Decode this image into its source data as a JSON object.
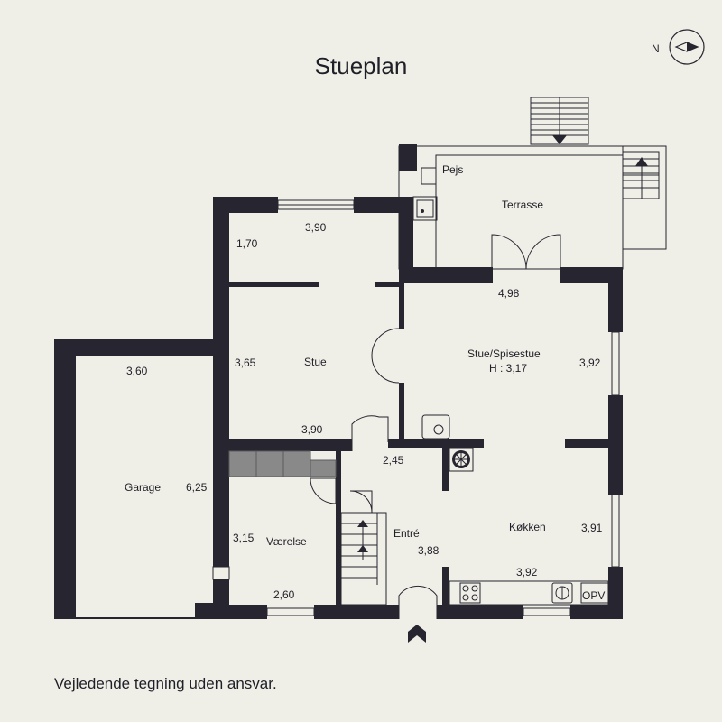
{
  "title": "Stueplan",
  "disclaimer": "Vejledende tegning uden ansvar.",
  "compass": {
    "letter": "N"
  },
  "rooms": {
    "pejs": "Pejs",
    "terrasse": "Terrasse",
    "stue": "Stue",
    "stue_spisestue": "Stue/Spisestue",
    "height": "H : 3,17",
    "garage": "Garage",
    "vaerelse": "Værelse",
    "entre": "Entré",
    "koekken": "Køkken",
    "opv": "OPV"
  },
  "dimensions": {
    "top_room_width": "3,90",
    "top_room_depth": "1,70",
    "stue_depth": "3,65",
    "stue_width": "3,90",
    "garage_width": "3,60",
    "garage_depth": "6,25",
    "spisestue_width": "4,98",
    "spisestue_depth": "3,92",
    "hall_width": "2,45",
    "vaerelse_depth": "3,15",
    "vaerelse_width": "2,60",
    "entre_depth": "3,88",
    "koekken_depth": "3,91",
    "koekken_width": "3,92"
  }
}
